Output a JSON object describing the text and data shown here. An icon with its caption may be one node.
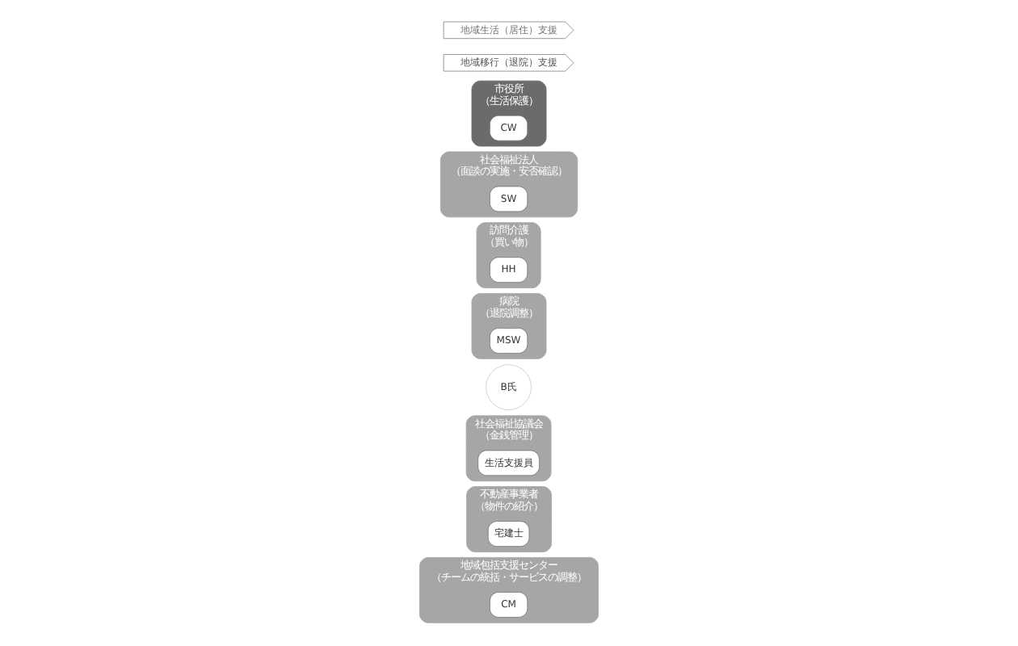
{
  "diagram": {
    "nodes": [
      {
        "text": [
          "地域包括支援センター",
          "（チームの統括・サービスの調整）"
        ]
      },
      {
        "text": [
          "CM"
        ],
        "in": 0
      },
      {
        "text": [
          "不動産事業者",
          "（物件の紹介）"
        ]
      },
      {
        "text": [
          "宅建士"
        ],
        "in": 2
      },
      {
        "text": [
          "社会福祉協議会",
          "（金銭管理）"
        ]
      },
      {
        "text": [
          "生活支援員"
        ],
        "in": 4
      },
      {
        "text": [
          "B氏"
        ]
      },
      {
        "text": [
          "病院",
          "（退院調整）"
        ]
      },
      {
        "text": [
          "MSW"
        ],
        "in": 7
      },
      {
        "text": [
          "訪問介護",
          "（買い物）"
        ]
      },
      {
        "text": [
          "HH"
        ],
        "in": 9
      },
      {
        "text": [
          "社会福祉法人",
          "（面談の実施・安否確認）"
        ]
      },
      {
        "text": [
          "SW"
        ],
        "in": 11
      },
      {
        "text": [
          "市役所",
          "（生活保護）"
        ]
      },
      {
        "text": [
          "CW"
        ],
        "in": 13
      },
      {
        "text": [
          "地域移行（退院）支援"
        ]
      },
      {
        "text": [
          "地域生活（居住）支援"
        ]
      }
    ],
    "edges": []
  }
}
